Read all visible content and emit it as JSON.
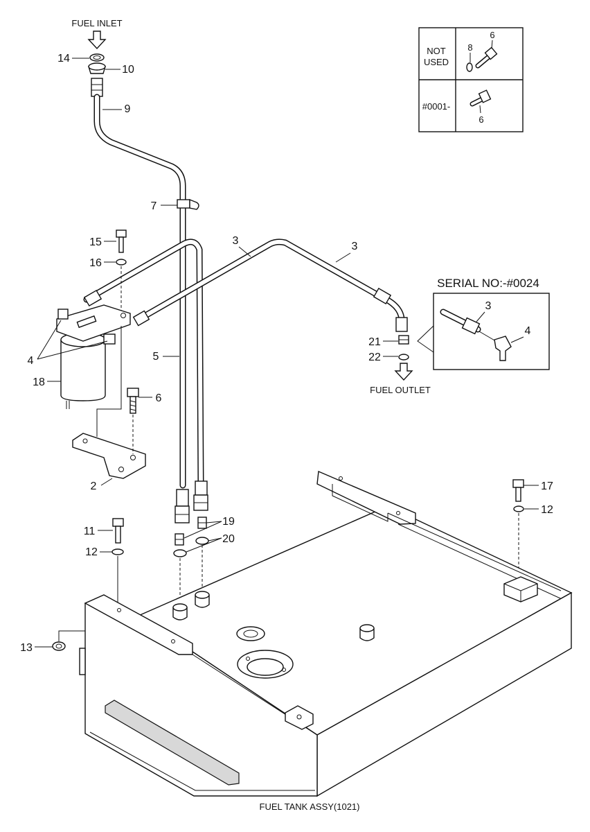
{
  "labels": {
    "fuel_inlet": "FUEL INLET",
    "fuel_outlet": "FUEL OUTLET",
    "serial_no": "SERIAL NO:-#0024",
    "not_used_line1": "NOT",
    "not_used_line2": "USED",
    "serial_range": "#0001-",
    "caption": "FUEL TANK ASSY(1021)"
  },
  "callouts": {
    "c14": "14",
    "c10": "10",
    "c9": "9",
    "c7": "7",
    "c15": "15",
    "c16": "16",
    "c3a": "3",
    "c3b": "3",
    "c4": "4",
    "c18": "18",
    "c5": "5",
    "c6": "6",
    "c2": "2",
    "c21": "21",
    "c22": "22",
    "c19": "19",
    "c20": "20",
    "c11": "11",
    "c12a": "12",
    "c13": "13",
    "c17": "17",
    "c12b": "12",
    "inset_3": "3",
    "inset_4": "4",
    "table_8": "8",
    "table_6a": "6",
    "table_6b": "6"
  }
}
